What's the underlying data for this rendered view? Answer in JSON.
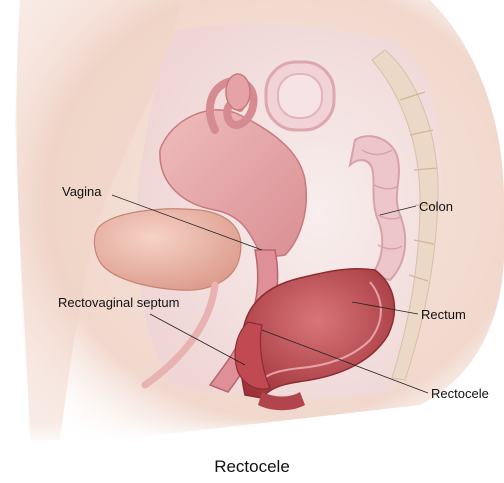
{
  "labels": {
    "vagina": "Vagina",
    "rectovaginal_septum": "Rectovaginal septum",
    "colon": "Colon",
    "rectum": "Rectum",
    "rectocele": "Rectocele"
  },
  "caption": "Rectocele",
  "colors": {
    "skin": "#f3dcd2",
    "tissue_pink": "#e7a9a8",
    "bladder": "#e9b2a6",
    "colon": "#e9c3c8",
    "rectum": "#c9575e",
    "rectum_dark": "#a83a41",
    "leader_line": "#222222"
  }
}
